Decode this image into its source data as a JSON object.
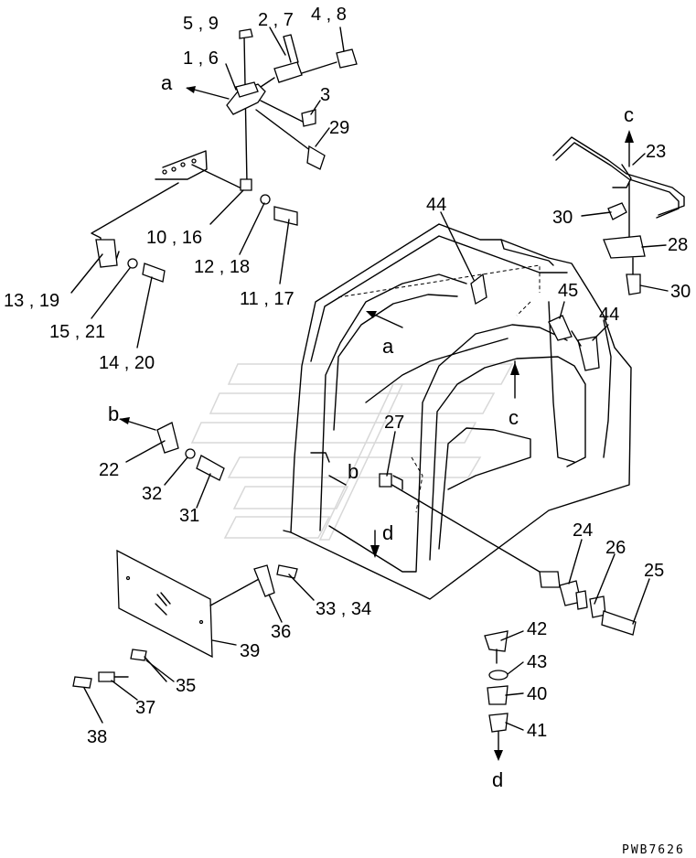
{
  "drawing_code": "PWB7626",
  "labels": {
    "l_5_9": "5 , 9",
    "l_2_7": "2 , 7",
    "l_4_8": "4 , 8",
    "l_1_6": "1 , 6",
    "l_3": "3",
    "l_29": "29",
    "l_23": "23",
    "l_30a": "30",
    "l_28": "28",
    "l_30b": "30",
    "l_44a": "44",
    "l_45": "45",
    "l_44b": "44",
    "l_10_16": "10 , 16",
    "l_12_18": "12 , 18",
    "l_11_17": "11 , 17",
    "l_13_19": "13 , 19",
    "l_15_21": "15 , 21",
    "l_14_20": "14 , 20",
    "l_22": "22",
    "l_32": "32",
    "l_31": "31",
    "l_27": "27",
    "l_24": "24",
    "l_26": "26",
    "l_25": "25",
    "l_42": "42",
    "l_43": "43",
    "l_40": "40",
    "l_41": "41",
    "l_33_34": "33 , 34",
    "l_36": "36",
    "l_39": "39",
    "l_35": "35",
    "l_37": "37",
    "l_38": "38"
  },
  "refs": {
    "a1": "a",
    "a2": "a",
    "b1": "b",
    "b2": "b",
    "c1": "c",
    "c2": "c",
    "d1": "d",
    "d2": "d"
  }
}
